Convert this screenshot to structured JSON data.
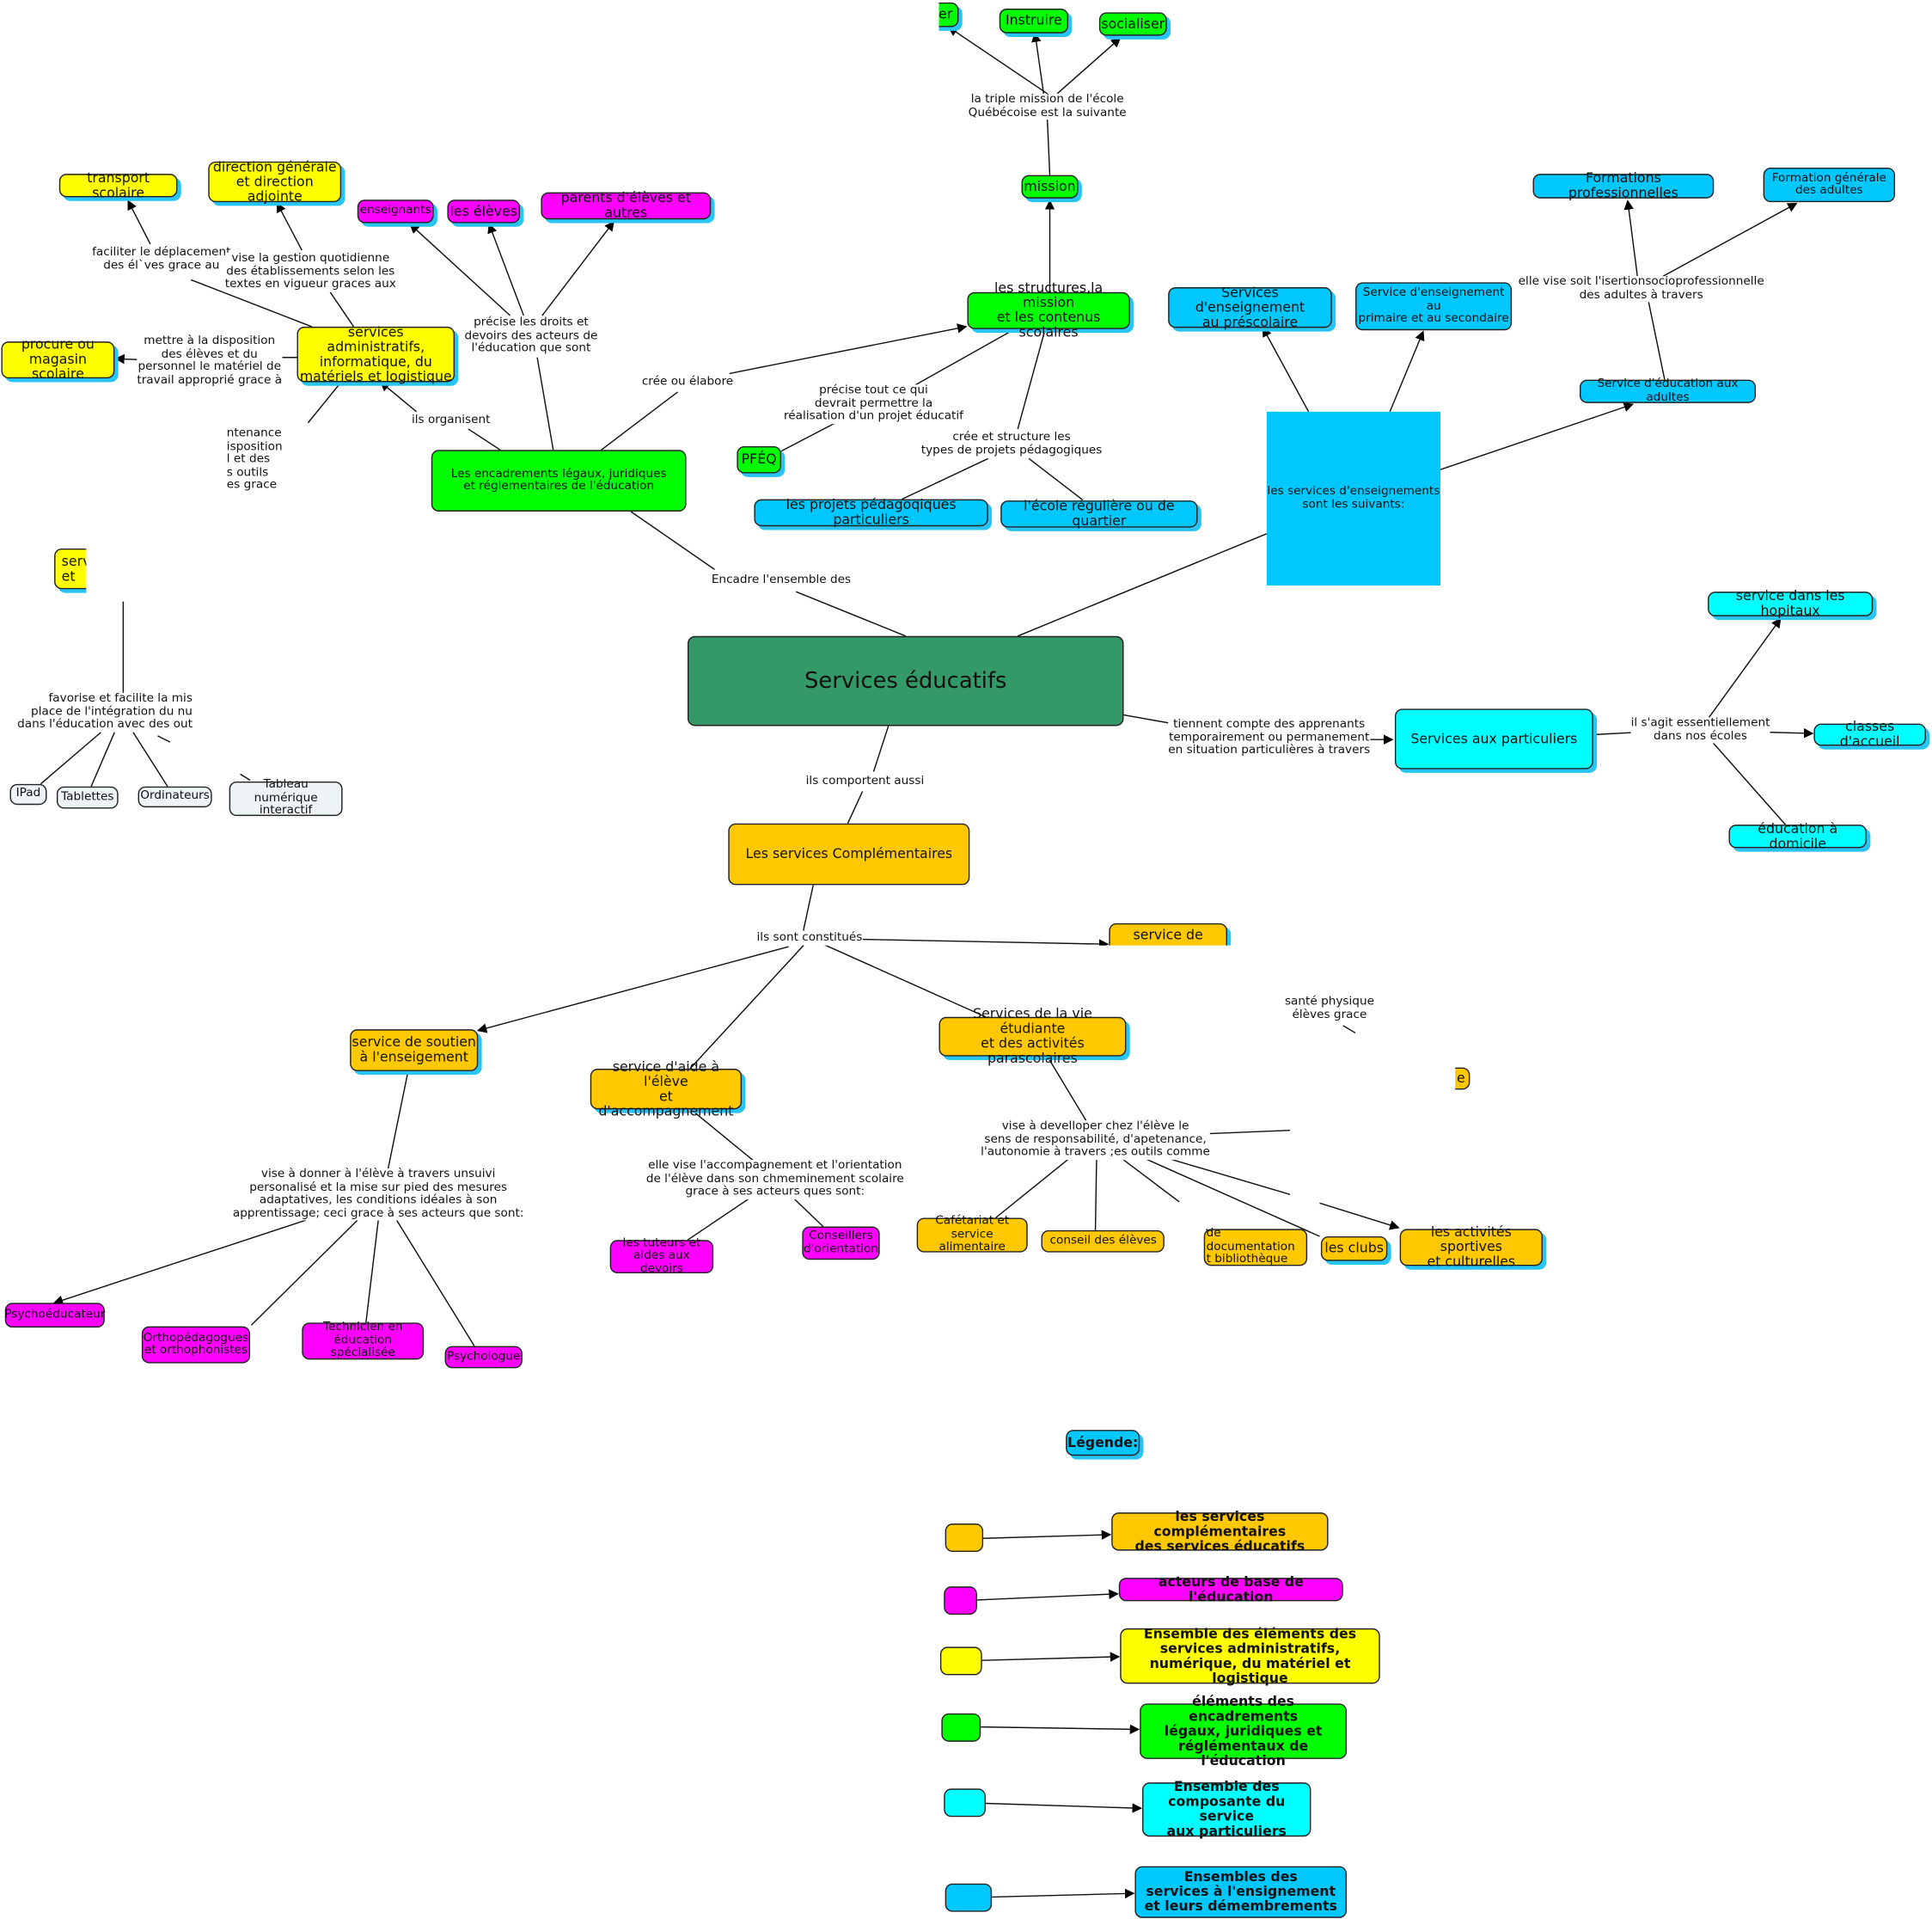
{
  "mission": {
    "partial": "er",
    "instruire": "Instruire",
    "socialiser": "socialiser",
    "label": "la triple mission de l'école\nQuébécoise est la suivante",
    "node": "mission"
  },
  "structures": {
    "node": "les structures,la mission\net les contenus scolaires",
    "pfeq": "PFÉQ",
    "label_pfeq": "précise tout ce qui\ndevrait permettre la\nréalisation d'un projet éducatif",
    "label_types": "crée et structure les\ntypes de projets pédagogiques",
    "projets": "les projets pédagoqiques particuliers",
    "ecole": "l'école régulière ou de quartier"
  },
  "encadrements": {
    "node": "Les encadrements légaux, juridiques\net réglementaires de l'éducation",
    "label_cree": "crée ou élabore",
    "label_droits": "précise les droits et\ndevoirs des acteurs de\nl'éducation que sont",
    "enseignants": "enseignants",
    "eleves": "les élèves",
    "parents": "parents d'élèves et autres",
    "label_organisent": "ils organisent",
    "label_encadre": "Encadre l'ensemble des"
  },
  "admin": {
    "node": "services administratifs,\ninformatique, du\nmatériels et logistique",
    "transport": "transport scolaire",
    "direction": "direction générale\net direction adjointe",
    "label_transport": "faciliter le déplacement\ndes él`ves grace au",
    "label_direction": "vise la gestion quotidienne\ndes établissements selon les\ntextes en vigueur graces aux",
    "procure": "procure ou\nmagasin scolaire",
    "label_procure": "mettre à la disposition\ndes élèves et du\npersonnel le matériel de\ntravail approprié grace à",
    "label_maintenance": "ntenance\nisposition\nl et des\ns outils\nes grace",
    "numerique_partial": "serv\net",
    "label_numerique": "favorise et facilite la mis\nplace de l'intégration du nu\ndans l'éducation avec des out",
    "ipad": "IPad",
    "tablettes": "Tablettes",
    "ordinateurs": "Ordinateurs",
    "tableau": "Tableau numérique\ninteractif"
  },
  "central": {
    "title": "Services éducatifs"
  },
  "enseignement": {
    "box": "les services d'enseignements\nsont les suivants:",
    "prescolaire": "Services d'enseignement\nau préscolaire",
    "primaire": "Service d'enseignement au\nprimaire et au secondaire",
    "adultes": "Service d'éducation aux adultes",
    "label_adultes": "elle vise soit l'isertionsocioprofessionnelle\ndes adultes à travers",
    "pro": "Formations professionnelles",
    "generale": "Formation générale\ndes adultes"
  },
  "particuliers": {
    "label": "tiennent compte des apprenants\ntemporairement ou permanement\nen situation particulières à travers",
    "node": "Services aux particuliers",
    "label_ecoles": "il s'agit essentiellement\ndans nos écoles",
    "hopitaux": "service dans les hopitaux",
    "accueil": "classes d'accueil",
    "domicile": "éducation à domicile"
  },
  "complementaires": {
    "label_aussi": "ils comportent aussi",
    "node": "Les services Complémentaires",
    "label_constitues": "ils sont constitués",
    "sante_node": "service de",
    "sante_label": "santé physique\nélèves grace",
    "partial_e": "e",
    "soutien": "service de soutien\nà l'enseigement",
    "aide": "service d'aide à l'élève\net d'accompagnement",
    "vie": "Services de la vie étudiante\net des activités parascolaires",
    "label_vie": "vise à develloper chez l'élève le\nsens de responsabilité, d'apetenance,\nl'autonomie à travers ;es outils comme",
    "cafe": "Cafétariat et\nservice alimentaire",
    "conseil": "conseil des élèves",
    "doc": "de documentation\nt bibliothèque",
    "clubs": "les clubs",
    "sport": "les activités sportives\net culturelles",
    "label_soutien": "vise à donner à l'élève à travers unsuivi\npersonalisé et la mise sur pied des mesures\nadaptatives, les conditions idéales à son\napprentissage; ceci grace à ses acteurs que sont:",
    "psychoeduc": "Psychoéducateur",
    "ortho": "Orthopédagogues\net orthophonistes",
    "technicien": "Technicien en\néducation spécialisée",
    "psychologue": "Psychologue",
    "label_aide": "elle vise l'accompagnement et l'orientation\nde l'élève dans son chmeminement scolaire\ngrace à ses acteurs ques sont:",
    "tuteurs": "les tuteurs et\naides aux devoirs",
    "conseillers": "Conseillers\nd'orientation"
  },
  "legend": {
    "title": "Légende:",
    "items": [
      {
        "label": "les services complémentaires\ndes services éducatifs",
        "color": "#ffc800"
      },
      {
        "label": "acteurs de base  de l'éducation",
        "color": "#ff00ff"
      },
      {
        "label": "Ensemble des éléments des\nservices administratifs,\nnumérique, du matériel et logistique",
        "color": "#ffff00"
      },
      {
        "label": "éléments des encadrements\nlégaux, juridiques et\nréglémentaux de l'éducation",
        "color": "#00ff00"
      },
      {
        "label": "Ensemble des\ncomposante du service\naux particuliers",
        "color": "#00ffff"
      },
      {
        "label": "Ensembles des\nservices à l'ensignement\net leurs démembrements",
        "color": "#00c8ff"
      }
    ]
  }
}
